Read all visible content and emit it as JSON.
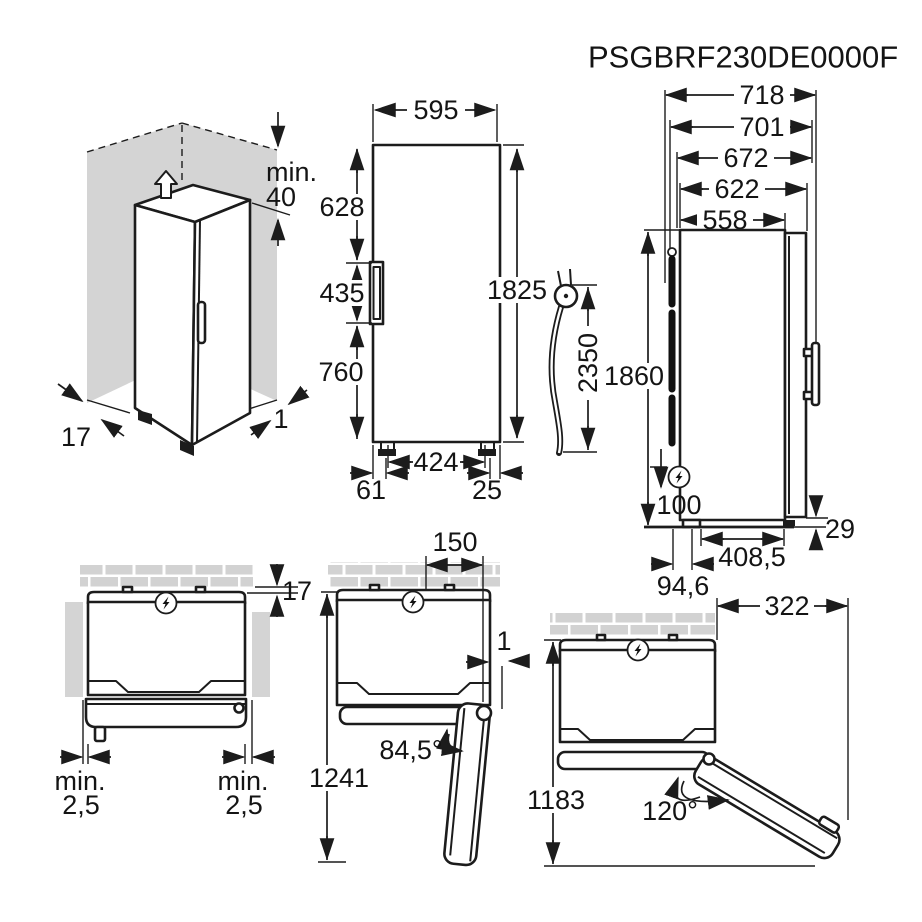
{
  "title": "PSGBRF230DE0000F",
  "corner3d": {
    "min_label": "min.",
    "min_value": "40",
    "side_gap": "17",
    "rear_gap": "1"
  },
  "front": {
    "width": "595",
    "top_section": "628",
    "handle_section": "435",
    "bottom_section": "760",
    "height": "1825",
    "feet_span": "424",
    "left_foot": "61",
    "right_foot": "25"
  },
  "cord": {
    "length": "2350"
  },
  "side": {
    "depth_with_handle": "718",
    "depth_701": "701",
    "depth_672": "672",
    "depth_622": "622",
    "depth_body": "558",
    "height": "1860",
    "socket_height": "100",
    "door_bottom_gap": "29",
    "base_depth": "408,5",
    "rear_offset": "94,6"
  },
  "top_closed": {
    "wall_gap": "17",
    "min_left_label": "min.",
    "min_left_value": "2,5",
    "min_right_label": "min.",
    "min_right_value": "2,5"
  },
  "top_845": {
    "hinge_offset": "150",
    "side_clearance": "1",
    "swing_depth": "1241",
    "angle": "84,5°"
  },
  "top_120": {
    "corner_offset": "322",
    "swing_depth": "1183",
    "angle": "120°"
  }
}
